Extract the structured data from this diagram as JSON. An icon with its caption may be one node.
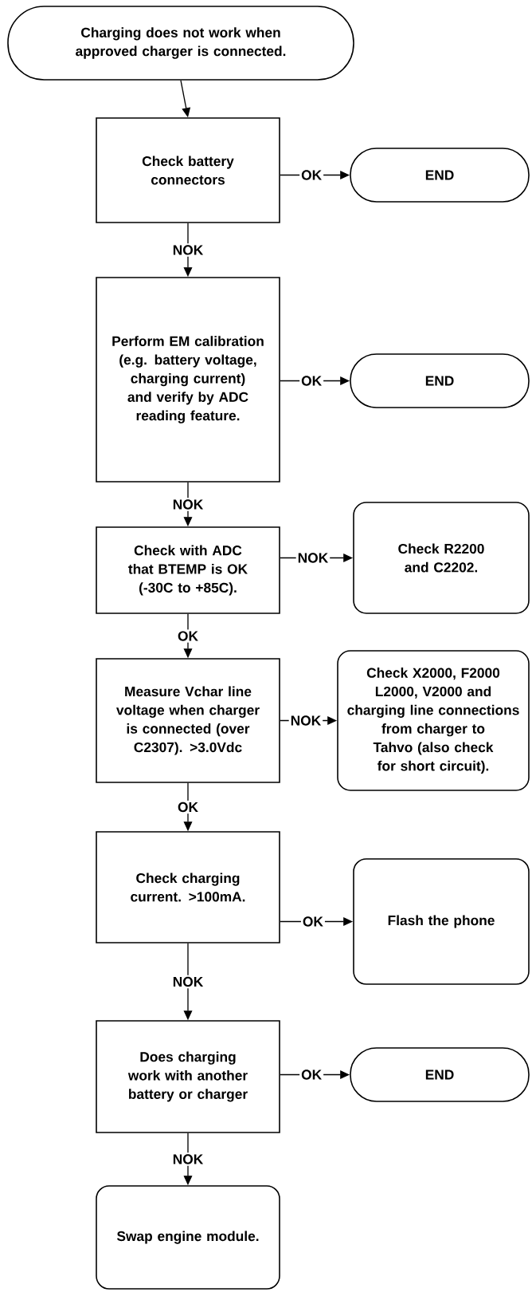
{
  "diagram": {
    "nodes": [
      {
        "text": [
          "Charging does not work when approved charger is connected."
        ]
      },
      {
        "text": [
          "Check battery connectors"
        ]
      },
      {
        "text": [
          "END"
        ]
      },
      {
        "text": [
          "Perform EM calibration (e.g. battery voltage, charging current) and verify by ADC reading feature."
        ]
      },
      {
        "text": [
          "END"
        ]
      },
      {
        "text": [
          "Check with ADC that BTEMP is OK (-30C to +85C)."
        ]
      },
      {
        "text": [
          "Check R2200 and C2202."
        ]
      },
      {
        "text": [
          "Measure Vchar line voltage when charger is connected (over C2307). >3.0Vdc"
        ]
      },
      {
        "text": [
          "Check X2000, F2000 L2000, V2000 and charging line connections from charger to Tahvo (also check for short circuit)."
        ]
      },
      {
        "text": [
          "Check charging current. >100mA."
        ]
      },
      {
        "text": [
          "Flash the phone"
        ]
      },
      {
        "text": [
          "Does charging work with another battery or charger"
        ]
      },
      {
        "text": [
          "END"
        ]
      },
      {
        "text": [
          "Swap engine module."
        ]
      }
    ],
    "edges": [
      {
        "from": 0,
        "to": 1,
        "arrow": "to"
      },
      {
        "from": 1,
        "to": 2,
        "arrow": "to",
        "label": "OK"
      },
      {
        "from": 1,
        "to": 3,
        "arrow": "to",
        "label": "NOK"
      },
      {
        "from": 3,
        "to": 4,
        "arrow": "to",
        "label": "OK"
      },
      {
        "from": 3,
        "to": 5,
        "arrow": "to",
        "label": "NOK"
      },
      {
        "from": 5,
        "to": 6,
        "arrow": "to",
        "label": "NOK"
      },
      {
        "from": 5,
        "to": 7,
        "arrow": "to",
        "label": "OK"
      },
      {
        "from": 7,
        "to": 8,
        "arrow": "to",
        "label": "NOK"
      },
      {
        "from": 7,
        "to": 9,
        "arrow": "to",
        "label": "OK"
      },
      {
        "from": 9,
        "to": 10,
        "arrow": "to",
        "label": "OK"
      },
      {
        "from": 9,
        "to": 11,
        "arrow": "to",
        "label": "NOK"
      },
      {
        "from": 11,
        "to": 12,
        "arrow": "to",
        "label": "OK"
      },
      {
        "from": 11,
        "to": 13,
        "arrow": "to",
        "label": "NOK"
      }
    ]
  }
}
